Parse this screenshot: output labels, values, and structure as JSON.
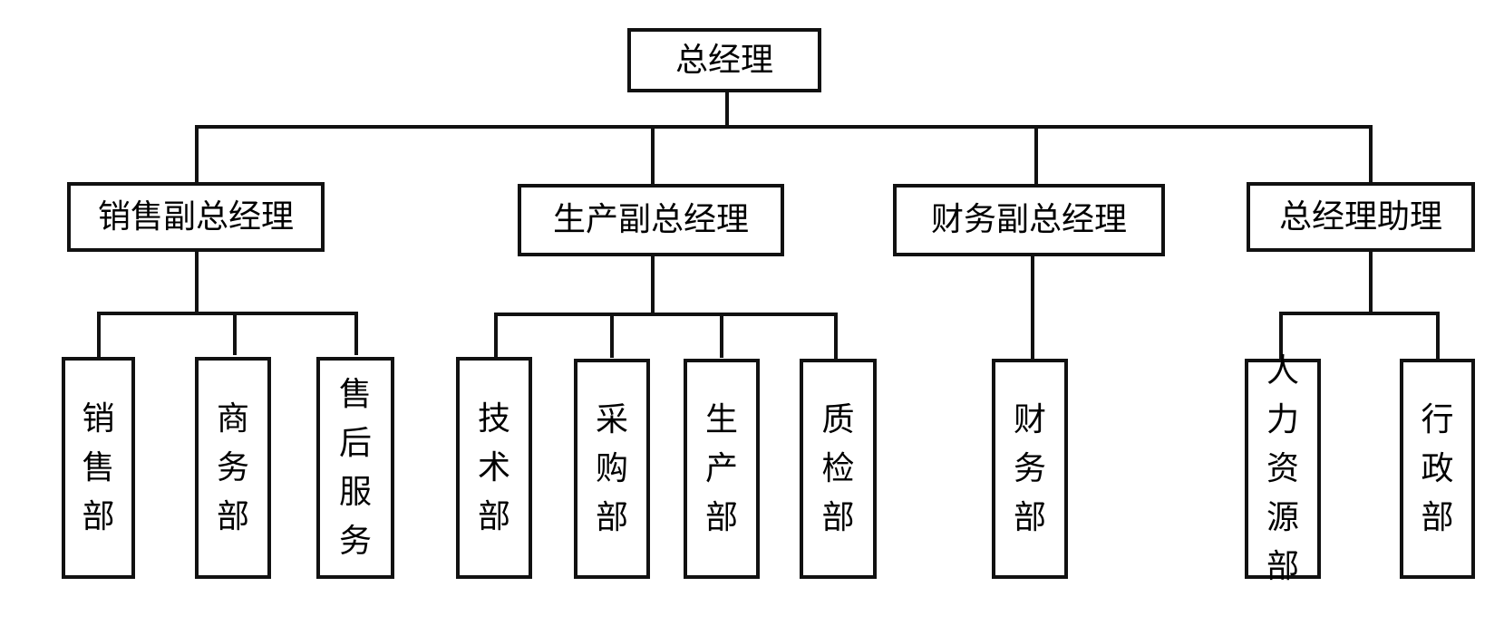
{
  "org_chart": {
    "top": "总经理",
    "vps": [
      {
        "title": "销售副总经理",
        "departments": [
          "销售部",
          "商务部",
          "售后服务"
        ]
      },
      {
        "title": "生产副总经理",
        "departments": [
          "技术部",
          "采购部",
          "生产部",
          "质检部"
        ]
      },
      {
        "title": "财务副总经理",
        "departments": [
          "财务部"
        ]
      },
      {
        "title": "总经理助理",
        "departments": [
          "人力资源部",
          "行政部"
        ]
      }
    ]
  },
  "colors": {
    "line": "#111111",
    "box_fill": "#ffffff",
    "text": "#000000"
  }
}
